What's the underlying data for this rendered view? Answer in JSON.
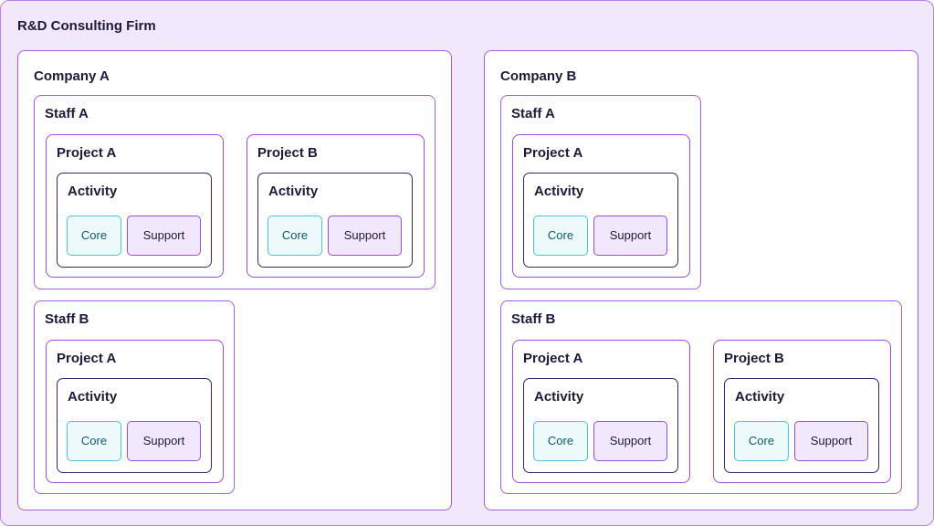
{
  "firm": {
    "label": "R&D Consulting Firm"
  },
  "companies": [
    {
      "label": "Company A",
      "staff": [
        {
          "label": "Staff A",
          "projects": [
            {
              "label": "Project A",
              "activity": {
                "label": "Activity",
                "core": "Core",
                "support": "Support"
              }
            },
            {
              "label": "Project B",
              "activity": {
                "label": "Activity",
                "core": "Core",
                "support": "Support"
              }
            }
          ]
        },
        {
          "label": "Staff B",
          "projects": [
            {
              "label": "Project A",
              "activity": {
                "label": "Activity",
                "core": "Core",
                "support": "Support"
              }
            }
          ]
        }
      ]
    },
    {
      "label": "Company B",
      "staff": [
        {
          "label": "Staff A",
          "projects": [
            {
              "label": "Project A",
              "activity": {
                "label": "Activity",
                "core": "Core",
                "support": "Support"
              }
            }
          ]
        },
        {
          "label": "Staff B",
          "projects": [
            {
              "label": "Project A",
              "activity": {
                "label": "Activity",
                "core": "Core",
                "support": "Support"
              }
            },
            {
              "label": "Project B",
              "activity": {
                "label": "Activity",
                "core": "Core",
                "support": "Support"
              }
            }
          ]
        }
      ]
    }
  ],
  "colors": {
    "firm_fill": "#f1e8fd",
    "container_border": "#a35ee2",
    "activity_border": "#2f2a6b",
    "core_border": "#4cc5d8",
    "core_fill": "#eef9fb",
    "support_fill": "#f1e8fd"
  }
}
